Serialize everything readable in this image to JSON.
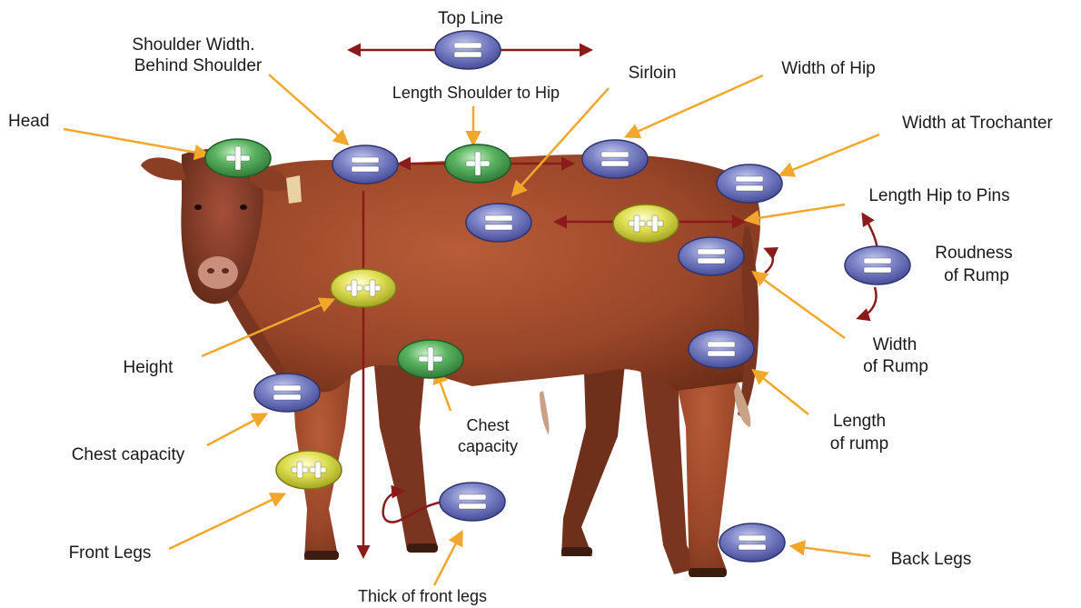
{
  "labels": {
    "top_line": "Top Line",
    "shoulder_width_1": "Shoulder Width.",
    "shoulder_width_2": "Behind Shoulder",
    "length_shoulder_hip": "Length Shoulder to Hip",
    "sirloin": "Sirloin",
    "width_of_hip": "Width of Hip",
    "head": "Head",
    "width_trochanter": "Width at Trochanter",
    "length_hip_pins": "Length Hip to Pins",
    "roundness_1": "Roudness",
    "roundness_2": "of Rump",
    "width_rump_1": "Width",
    "width_rump_2": "of Rump",
    "length_rump_1": "Length",
    "length_rump_2": "of rump",
    "height": "Height",
    "chest_right_1": "Chest",
    "chest_right_2": "capacity",
    "chest_left": "Chest capacity",
    "front_legs": "Front Legs",
    "thick_front_legs": "Thick of front legs",
    "back_legs": "Back Legs"
  },
  "ratings": {
    "top_line": "=",
    "shoulder_width": "=",
    "length_shoulder_hip": "+",
    "sirloin": "=",
    "width_of_hip": "=",
    "head": "+",
    "width_trochanter": "=",
    "length_hip_pins": "++",
    "roundness_of_rump": "=",
    "width_of_rump": "=",
    "length_of_rump": "=",
    "height": "++",
    "chest_left": "=",
    "chest_right": "+",
    "front_legs": "++",
    "thick_front_legs": "=",
    "back_legs": "="
  },
  "colors": {
    "equal_badge": "#6d74b8",
    "plus_badge": "#4fa35a",
    "double_plus_badge": "#d6d64a",
    "pointer_arrow": "#f2a72c",
    "measure_arrow": "#8b1a1a",
    "cow_body": "#9c4a2c",
    "label_text": "#1a1a1a"
  }
}
